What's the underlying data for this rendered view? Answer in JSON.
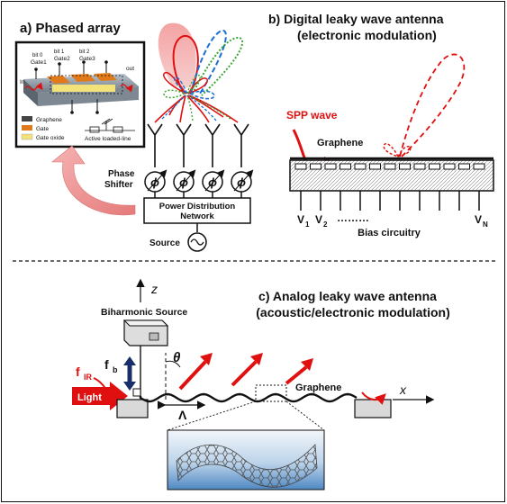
{
  "panel_a": {
    "title": "a) Phased array",
    "inset": {
      "bits": [
        "bit 0",
        "bit 1",
        "bit 2"
      ],
      "gates": [
        "Gate1",
        "Gate2",
        "Gate3"
      ],
      "in_label": "In",
      "out_label": "out",
      "legend": [
        {
          "label": "Graphene",
          "color": "#444444"
        },
        {
          "label": "Gate",
          "color": "#e07a1a"
        },
        {
          "label": "Gate oxide",
          "color": "#f3e27a"
        }
      ],
      "active_line_label": "Active loaded-line"
    },
    "phase_shifter_label": [
      "Phase",
      "Shifter"
    ],
    "phase_symbol": "ϕ",
    "network_label": [
      "Power Distribution",
      "Network"
    ],
    "source_label": "Source"
  },
  "panel_b": {
    "title": [
      "b) Digital leaky wave antenna",
      "(electronic modulation)"
    ],
    "spp_label": "SPP wave",
    "graphene_label": "Graphene",
    "v1": "V",
    "v1_sub": "1",
    "v2": "V",
    "v2_sub": "2",
    "dots": "………",
    "vn": "V",
    "vn_sub": "N",
    "bias_label": "Bias circuitry"
  },
  "panel_c": {
    "title": [
      "c) Analog leaky wave antenna",
      "(acoustic/electronic modulation)"
    ],
    "z_axis": "z",
    "x_axis": "x",
    "source_label": "Biharmonic Source",
    "theta": "θ",
    "f_ir": "f",
    "f_ir_sub": "IR",
    "f_b": "f",
    "f_b_sub": "b",
    "light_label": "Light",
    "lambda_label": "Λ",
    "graphene_label": "Graphene"
  },
  "colors": {
    "red": "#e01010",
    "blue": "#1a6fd0",
    "green": "#3aa532",
    "navy": "#1a2d6b",
    "gate": "#e07a1a",
    "oxide": "#f3e27a"
  }
}
